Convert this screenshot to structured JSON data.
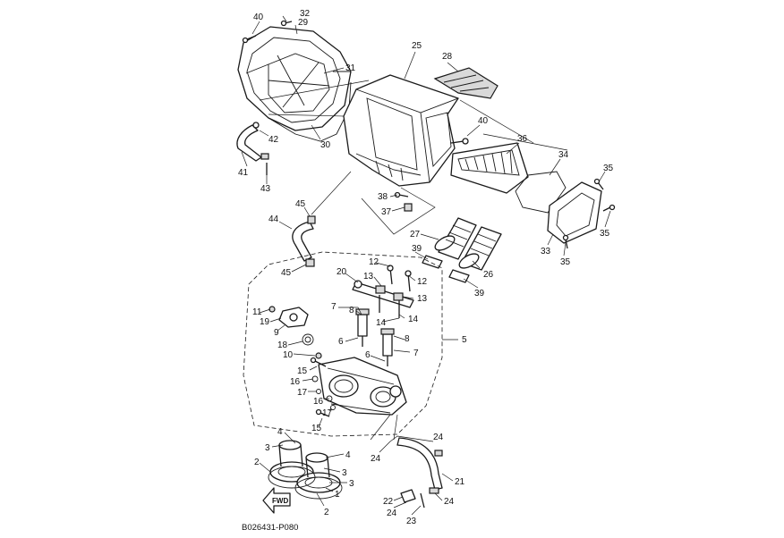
{
  "diagram_code": "B026431-P080",
  "fwd_label": "FWD",
  "labels": [
    {
      "key": "l40a",
      "text": "40"
    },
    {
      "key": "l32",
      "text": "32"
    },
    {
      "key": "l29",
      "text": "29"
    },
    {
      "key": "l25",
      "text": "25"
    },
    {
      "key": "l28",
      "text": "28"
    },
    {
      "key": "l31",
      "text": "31"
    },
    {
      "key": "l42",
      "text": "42"
    },
    {
      "key": "l30",
      "text": "30"
    },
    {
      "key": "l41",
      "text": "41"
    },
    {
      "key": "l43",
      "text": "43"
    },
    {
      "key": "l40b",
      "text": "40"
    },
    {
      "key": "l36",
      "text": "36"
    },
    {
      "key": "l34",
      "text": "34"
    },
    {
      "key": "l35a",
      "text": "35"
    },
    {
      "key": "l35b",
      "text": "35"
    },
    {
      "key": "l35c",
      "text": "35"
    },
    {
      "key": "l33",
      "text": "33"
    },
    {
      "key": "l38",
      "text": "38"
    },
    {
      "key": "l37",
      "text": "37"
    },
    {
      "key": "l45a",
      "text": "45"
    },
    {
      "key": "l44",
      "text": "44"
    },
    {
      "key": "l45b",
      "text": "45"
    },
    {
      "key": "l27",
      "text": "27"
    },
    {
      "key": "l39a",
      "text": "39"
    },
    {
      "key": "l26",
      "text": "26"
    },
    {
      "key": "l39b",
      "text": "39"
    },
    {
      "key": "l20",
      "text": "20"
    },
    {
      "key": "l12a",
      "text": "12"
    },
    {
      "key": "l13a",
      "text": "13"
    },
    {
      "key": "l12b",
      "text": "12"
    },
    {
      "key": "l13b",
      "text": "13"
    },
    {
      "key": "l11",
      "text": "11"
    },
    {
      "key": "l19",
      "text": "19"
    },
    {
      "key": "l9",
      "text": "9"
    },
    {
      "key": "l7a",
      "text": "7"
    },
    {
      "key": "l8a",
      "text": "8"
    },
    {
      "key": "l14a",
      "text": "14"
    },
    {
      "key": "l14b",
      "text": "14"
    },
    {
      "key": "l18",
      "text": "18"
    },
    {
      "key": "l10",
      "text": "10"
    },
    {
      "key": "l6a",
      "text": "6"
    },
    {
      "key": "l8b",
      "text": "8"
    },
    {
      "key": "l7b",
      "text": "7"
    },
    {
      "key": "l5",
      "text": "5"
    },
    {
      "key": "l6b",
      "text": "6"
    },
    {
      "key": "l15a",
      "text": "15"
    },
    {
      "key": "l16a",
      "text": "16"
    },
    {
      "key": "l17a",
      "text": "17"
    },
    {
      "key": "l16b",
      "text": "16"
    },
    {
      "key": "l17b",
      "text": "17"
    },
    {
      "key": "l15b",
      "text": "15"
    },
    {
      "key": "l4a",
      "text": "4"
    },
    {
      "key": "l4b",
      "text": "4"
    },
    {
      "key": "l3a",
      "text": "3"
    },
    {
      "key": "l3b",
      "text": "3"
    },
    {
      "key": "l3c",
      "text": "3"
    },
    {
      "key": "l2a",
      "text": "2"
    },
    {
      "key": "l1",
      "text": "1"
    },
    {
      "key": "l2b",
      "text": "2"
    },
    {
      "key": "l24a",
      "text": "24"
    },
    {
      "key": "l24b",
      "text": "24"
    },
    {
      "key": "l21",
      "text": "21"
    },
    {
      "key": "l22",
      "text": "22"
    },
    {
      "key": "l24c",
      "text": "24"
    },
    {
      "key": "l24d",
      "text": "24"
    },
    {
      "key": "l23",
      "text": "23"
    }
  ]
}
